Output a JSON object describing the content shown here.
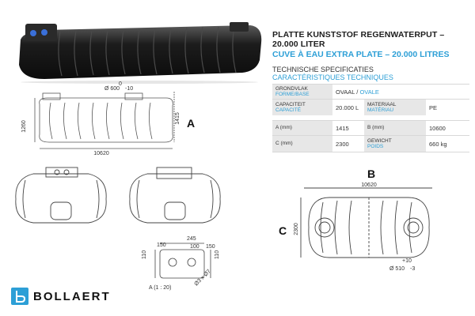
{
  "title_nl": "PLATTE KUNSTSTOF REGENWATERPUT – 20.000 LITER",
  "title_fr": "CUVE À EAU EXTRA PLATE – 20.000 LITRES",
  "specs_heading_nl": "TECHNISCHE SPECIFICATIES",
  "specs_heading_fr": "CARACTÉRISTIQUES TECHNIQUES",
  "table": {
    "shape_label_nl": "GRONDVLAK",
    "shape_label_fr": "FORME/BASE",
    "shape_value_nl": "OVAAL /",
    "shape_value_fr": "OVALE",
    "capacity_label_nl": "CAPACITEIT",
    "capacity_label_fr": "CAPACITÉ",
    "capacity_value": "20.000 L",
    "material_label_nl": "MATERIAAL",
    "material_label_fr": "MATÉRIAU",
    "material_value": "PE",
    "a_label": "A (mm)",
    "a_value": "1415",
    "b_label": "B (mm)",
    "b_value": "10600",
    "c_label": "C (mm)",
    "c_value": "2300",
    "weight_label_nl": "GEWICHT",
    "weight_label_fr": "POIDS",
    "weight_value": "660 kg"
  },
  "labels": {
    "a": "A",
    "b": "B",
    "c": "C"
  },
  "dims": {
    "side_length": "10620",
    "side_height_left": "1260",
    "side_height_right": "1415",
    "opening_dia": "Ø 600",
    "opening_tol": "-10",
    "opening_zero": "0",
    "top_length": "10620",
    "top_width": "2300",
    "outlet_dia": "Ø 510",
    "outlet_plus": "+10",
    "outlet_minus": "-3",
    "detail_caption": "A (1 : 20)",
    "detail_d1": "150",
    "detail_d2": "245",
    "detail_d3": "100",
    "detail_d4": "150",
    "detail_d5": "110",
    "detail_d6": "110",
    "detail_dia": "Ø3 x Ø7"
  },
  "brand": "BOLLAERT"
}
